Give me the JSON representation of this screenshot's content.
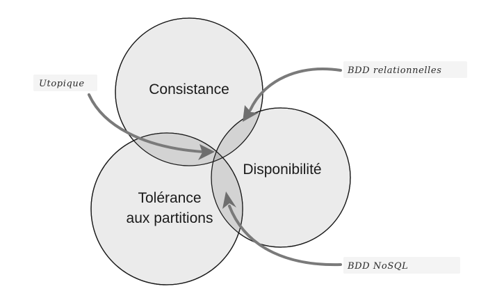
{
  "diagram": {
    "sets": {
      "consistance": "Consistance",
      "disponibilite": "Disponibilité",
      "tolerance_line1": "Tolérance",
      "tolerance_line2": "aux partitions"
    },
    "annotations": {
      "utopique": "Utopique",
      "bdd_relationnelles": "BDD relationnelles",
      "bdd_nosql": "BDD NoSQL"
    },
    "colors": {
      "circle_fill": "#ebebeb",
      "overlap_fill": "#d3d3d3",
      "center_fill": "#bdbdbd",
      "arrow": "#7a7a7a",
      "outline": "#1a1a1a"
    }
  }
}
